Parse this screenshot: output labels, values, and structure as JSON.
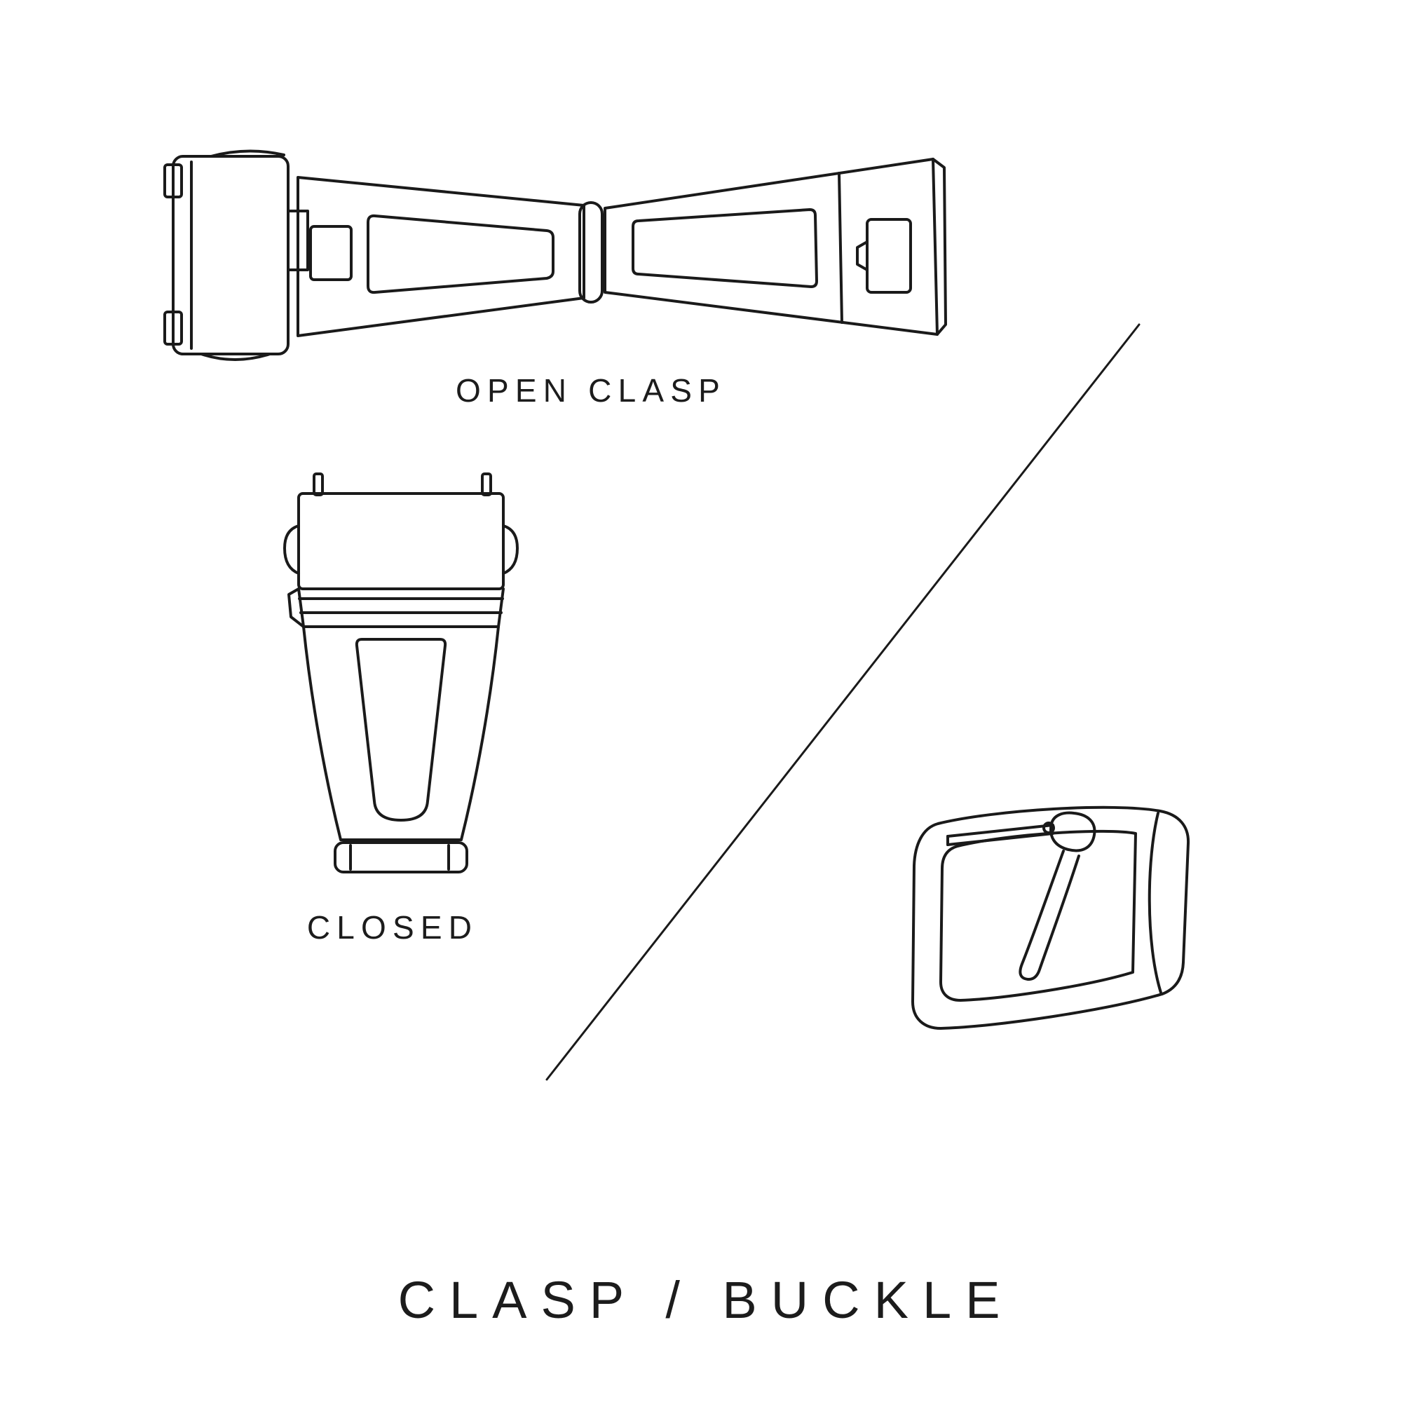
{
  "diagram": {
    "title": "CLASP / BUCKLE",
    "colors": {
      "background": "#ffffff",
      "line": "#1a1a1a",
      "text": "#1c1c1c"
    },
    "figures": [
      {
        "name": "open-clasp",
        "caption": "OPEN CLASP"
      },
      {
        "name": "closed-clasp",
        "caption": "CLOSED"
      },
      {
        "name": "tang-buckle",
        "caption": ""
      }
    ],
    "divider": "diagonal-line"
  }
}
